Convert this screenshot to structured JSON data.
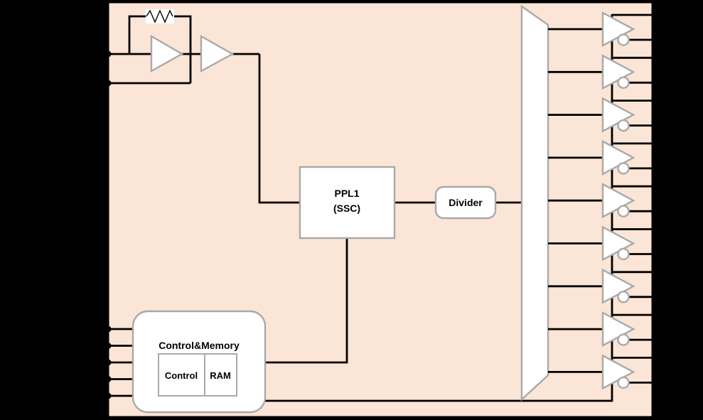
{
  "diagram": {
    "type": "block-diagram",
    "subject": "clock-generator-chip",
    "colors": {
      "canvas_background": "#000000",
      "chip_fill": "#fbe5d6",
      "chip_border": "#000000",
      "shape_fill": "#ffffff",
      "shape_stroke": "#a9a9a9",
      "wire": "#000000"
    },
    "chip": {
      "left_pins": {
        "crystal_pins": 2,
        "control_inputs": 5
      },
      "right_pins": {
        "differential_output_pairs": 9
      }
    },
    "blocks": {
      "oscillator": {
        "amplifier_count": 2,
        "feedback_resistor": true
      },
      "pll": {
        "label_line1": "PPL1",
        "label_line2": "(SSC)"
      },
      "divider": {
        "label": "Divider"
      },
      "control_memory": {
        "title": "Control&Memory",
        "sub_blocks": [
          "Control",
          "RAM"
        ]
      },
      "mux": {
        "shape": "trapezoid"
      },
      "output_buffers": {
        "count": 9,
        "inverting_bubble": true
      }
    }
  }
}
